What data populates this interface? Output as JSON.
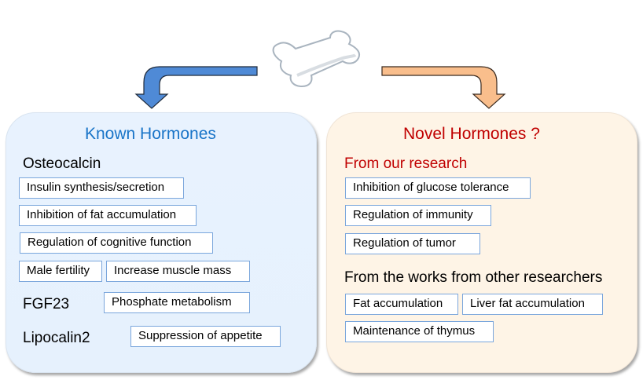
{
  "colors": {
    "known_title": "#1a75c8",
    "novel_title": "#c00000",
    "left_arrow": "#4f8ad6",
    "right_arrow": "#f9be8c",
    "left_panel_bg": "#e8f2fe",
    "right_panel_bg": "#fef4e6",
    "tag_border": "#7aa6dc"
  },
  "center_icon": "bone-icon",
  "known": {
    "title": "Known Hormones",
    "osteocalcin": {
      "name": "Osteocalcin",
      "functions": [
        "Insulin synthesis/secretion",
        "Inhibition of fat accumulation",
        "Regulation of cognitive function",
        "Male fertility",
        "Increase muscle mass"
      ]
    },
    "fgf23": {
      "name": "FGF23",
      "functions": [
        "Phosphate metabolism"
      ]
    },
    "lipocalin2": {
      "name": "Lipocalin2",
      "functions": [
        "Suppression of appetite"
      ]
    }
  },
  "novel": {
    "title": "Novel Hormones ?",
    "our_research": {
      "heading": "From our research",
      "items": [
        "Inhibition of glucose tolerance",
        "Regulation of immunity",
        "Regulation of tumor"
      ]
    },
    "other_research": {
      "heading": "From the works from other researchers",
      "items": [
        "Fat accumulation",
        "Liver fat accumulation",
        "Maintenance of thymus"
      ]
    }
  }
}
